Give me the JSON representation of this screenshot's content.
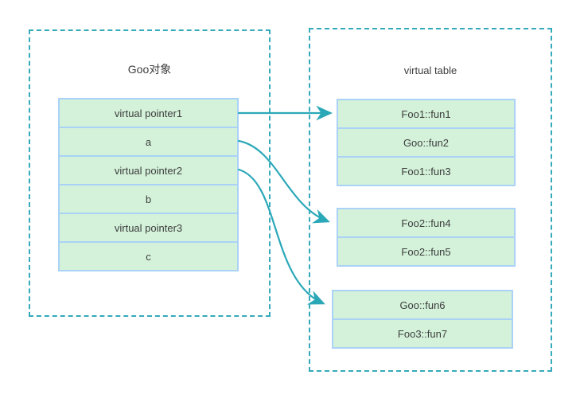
{
  "object_box": {
    "title": "Goo对象",
    "cells": [
      "virtual pointer1",
      "a",
      "virtual pointer2",
      "b",
      "virtual pointer3",
      "c"
    ]
  },
  "vtable_box": {
    "title": "virtual table",
    "groups": [
      {
        "cells": [
          "Foo1::fun1",
          "Goo::fun2",
          "Foo1::fun3"
        ]
      },
      {
        "cells": [
          "Foo2::fun4",
          "Foo2::fun5"
        ]
      },
      {
        "cells": [
          "Goo::fun6",
          "Foo3::fun7"
        ]
      }
    ]
  },
  "arrows": [
    {
      "from": "virtual pointer1",
      "target": "Foo1::fun1",
      "style": "straight"
    },
    {
      "from": "virtual pointer2",
      "target": "Foo2::fun4",
      "style": "curved"
    },
    {
      "from": "virtual pointer3",
      "target": "Goo::fun6",
      "style": "curved"
    }
  ],
  "colors": {
    "background": "#ffffff",
    "cell_fill": "#d4f2da",
    "cell_border": "#a9d2f6",
    "accent": "#2ba8b8",
    "dashed_border": "#35aaba",
    "text": "#3d3d3d"
  }
}
